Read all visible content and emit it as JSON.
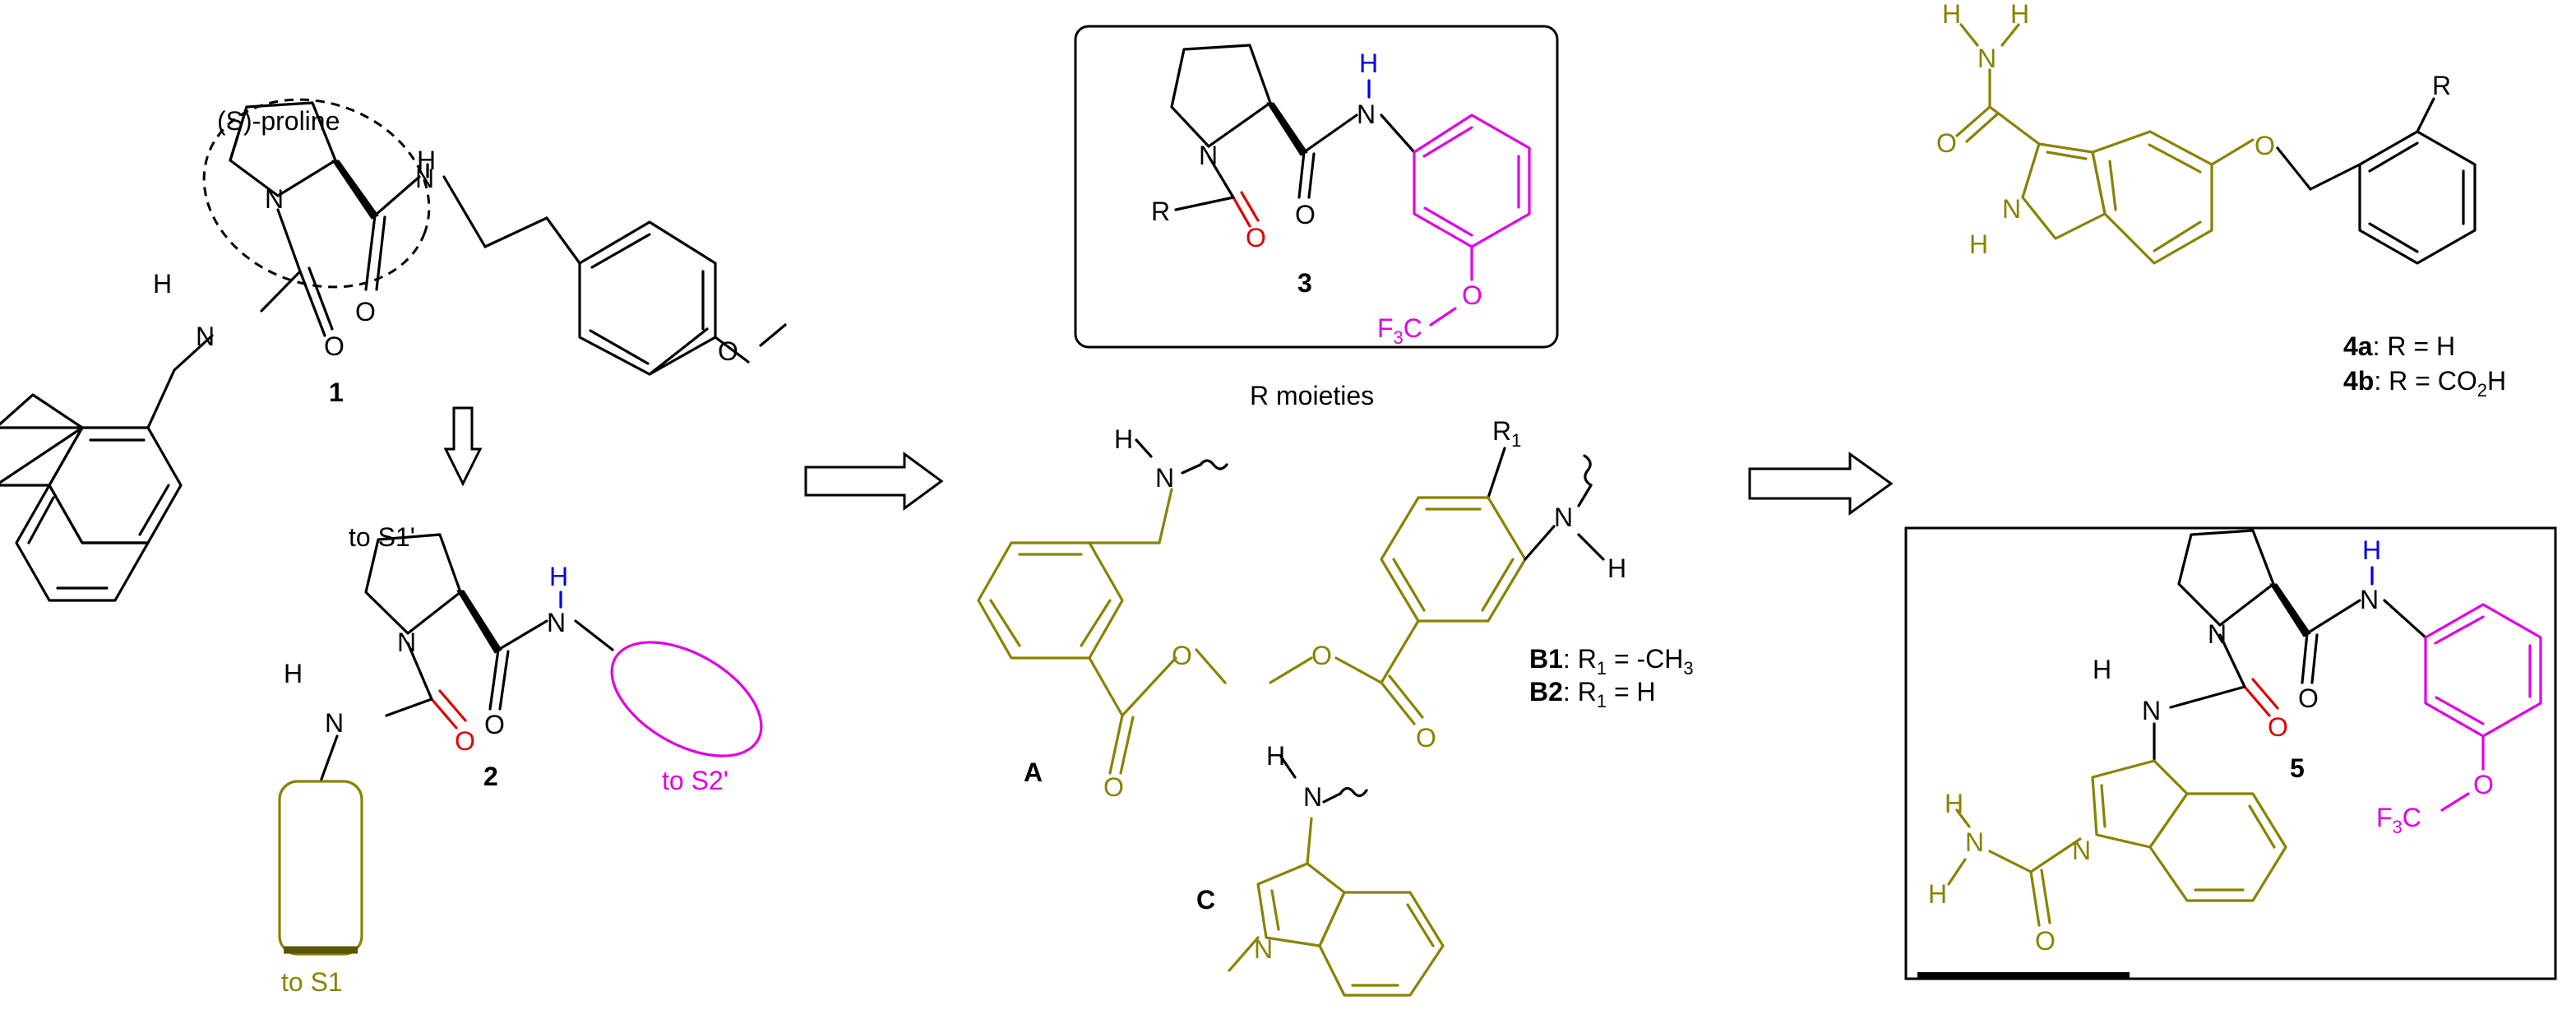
{
  "labels": {
    "proline": "(S)-proline",
    "cmpd1": "1",
    "cmpd2": "2",
    "cmpd3": "3",
    "cmpd5": "5",
    "cmpdA": "A",
    "cmpdC": "C",
    "to_s1p": "to S1'",
    "to_s2p": "to S2'",
    "to_s1": "to S1",
    "r_moieties": "R moieties",
    "b1_bold": "B1",
    "b1_rest": ": R",
    "b1_val": " = -CH",
    "b2_bold": "B2",
    "b2_rest": ": R",
    "b2_val": " = H",
    "a4a_bold": "4a",
    "a4a_rest": ": R = H",
    "a4b_bold": "4b",
    "a4b_rest": ": R = CO",
    "a4b_tail": "H",
    "sub1": "1",
    "sub2": "2",
    "sub3": "3"
  },
  "atoms": {
    "N": "N",
    "H": "H",
    "O": "O",
    "R": "R",
    "R1": "R",
    "F3C": "F",
    "C": "C"
  },
  "colors": {
    "black": "#000000",
    "red": "#e10000",
    "blue": "#0000e6",
    "magenta": "#e100e1",
    "olive": "#8a8200"
  }
}
